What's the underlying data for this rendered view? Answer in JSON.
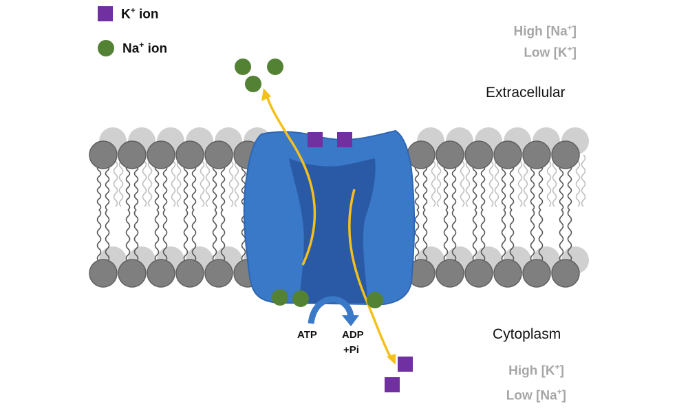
{
  "legend": {
    "k_ion": {
      "symbol": "K",
      "charge": "+",
      "word": "ion",
      "color": "#7030a0"
    },
    "na_ion": {
      "symbol": "Na",
      "charge": "+",
      "word": "ion",
      "color": "#548235"
    }
  },
  "extracellular": {
    "label": "Extracellular",
    "high": {
      "prefix": "High [",
      "ion": "Na",
      "charge": "+",
      "suffix": "]"
    },
    "low": {
      "prefix": "Low [",
      "ion": "K",
      "charge": "+",
      "suffix": "]"
    }
  },
  "cytoplasm": {
    "label": "Cytoplasm",
    "high": {
      "prefix": "High [",
      "ion": "K",
      "charge": "+",
      "suffix": "]"
    },
    "low": {
      "prefix": "Low [",
      "ion": "Na",
      "charge": "+",
      "suffix": "]"
    }
  },
  "reaction": {
    "atp": "ATP",
    "adp": "ADP",
    "pi": "+Pi"
  },
  "colors": {
    "pump": "#3a78c8",
    "pump_channel": "#2a5aa5",
    "arrow": "#f5c01a",
    "head_dark": "#7f7f7f",
    "head_light": "#d0d0d0"
  }
}
